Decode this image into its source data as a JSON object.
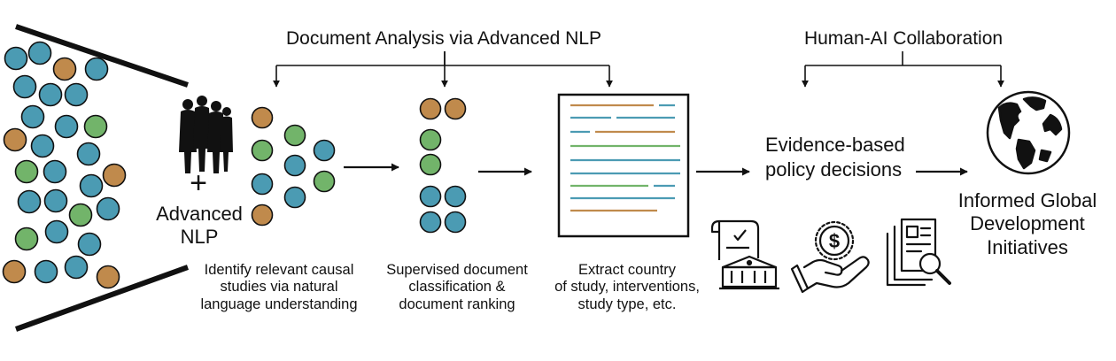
{
  "headers": {
    "analysis": "Document Analysis via Advanced NLP",
    "collaboration": "Human-AI Collaboration"
  },
  "labels": {
    "plus": "+",
    "advanced_nlp": [
      "Advanced",
      "NLP"
    ],
    "evidence": [
      "Evidence-based",
      "policy decisions"
    ],
    "outcome": [
      "Informed Global",
      "Development",
      "Initiatives"
    ]
  },
  "captions": {
    "identify": [
      "Identify relevant causal",
      "studies via natural",
      "language understanding"
    ],
    "classify": [
      "Supervised document",
      "classification &",
      "document ranking"
    ],
    "extract": [
      "Extract country",
      "of study, interventions,",
      "study type, etc."
    ]
  },
  "colors": {
    "blue": "#4b9bb3",
    "green": "#72b46a",
    "orange": "#c08a4c",
    "line": "#111111"
  },
  "icons": [
    "people-icon",
    "policy-document-icon",
    "funding-hand-icon",
    "news-search-icon",
    "globe-icon"
  ]
}
